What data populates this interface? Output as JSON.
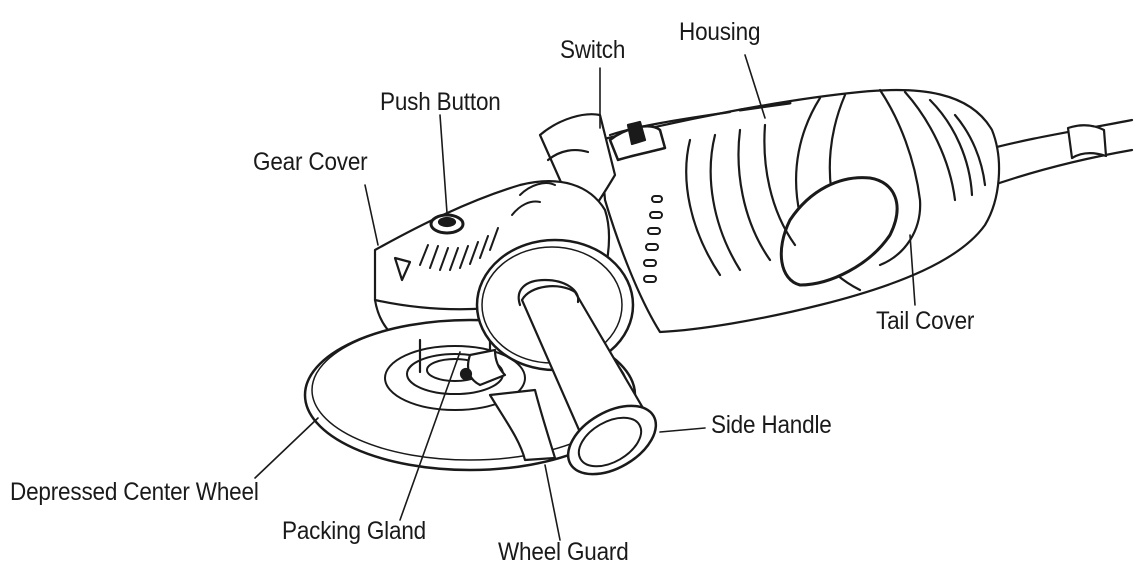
{
  "diagram": {
    "labels": {
      "switch": "Switch",
      "housing": "Housing",
      "push_button": "Push Button",
      "gear_cover": "Gear Cover",
      "tail_cover": "Tail Cover",
      "side_handle": "Side Handle",
      "depressed_center_wheel": "Depressed Center Wheel",
      "packing_gland": "Packing Gland",
      "wheel_guard": "Wheel Guard"
    },
    "colors": {
      "line": "#1a1a1a",
      "fill": "#ffffff"
    }
  }
}
